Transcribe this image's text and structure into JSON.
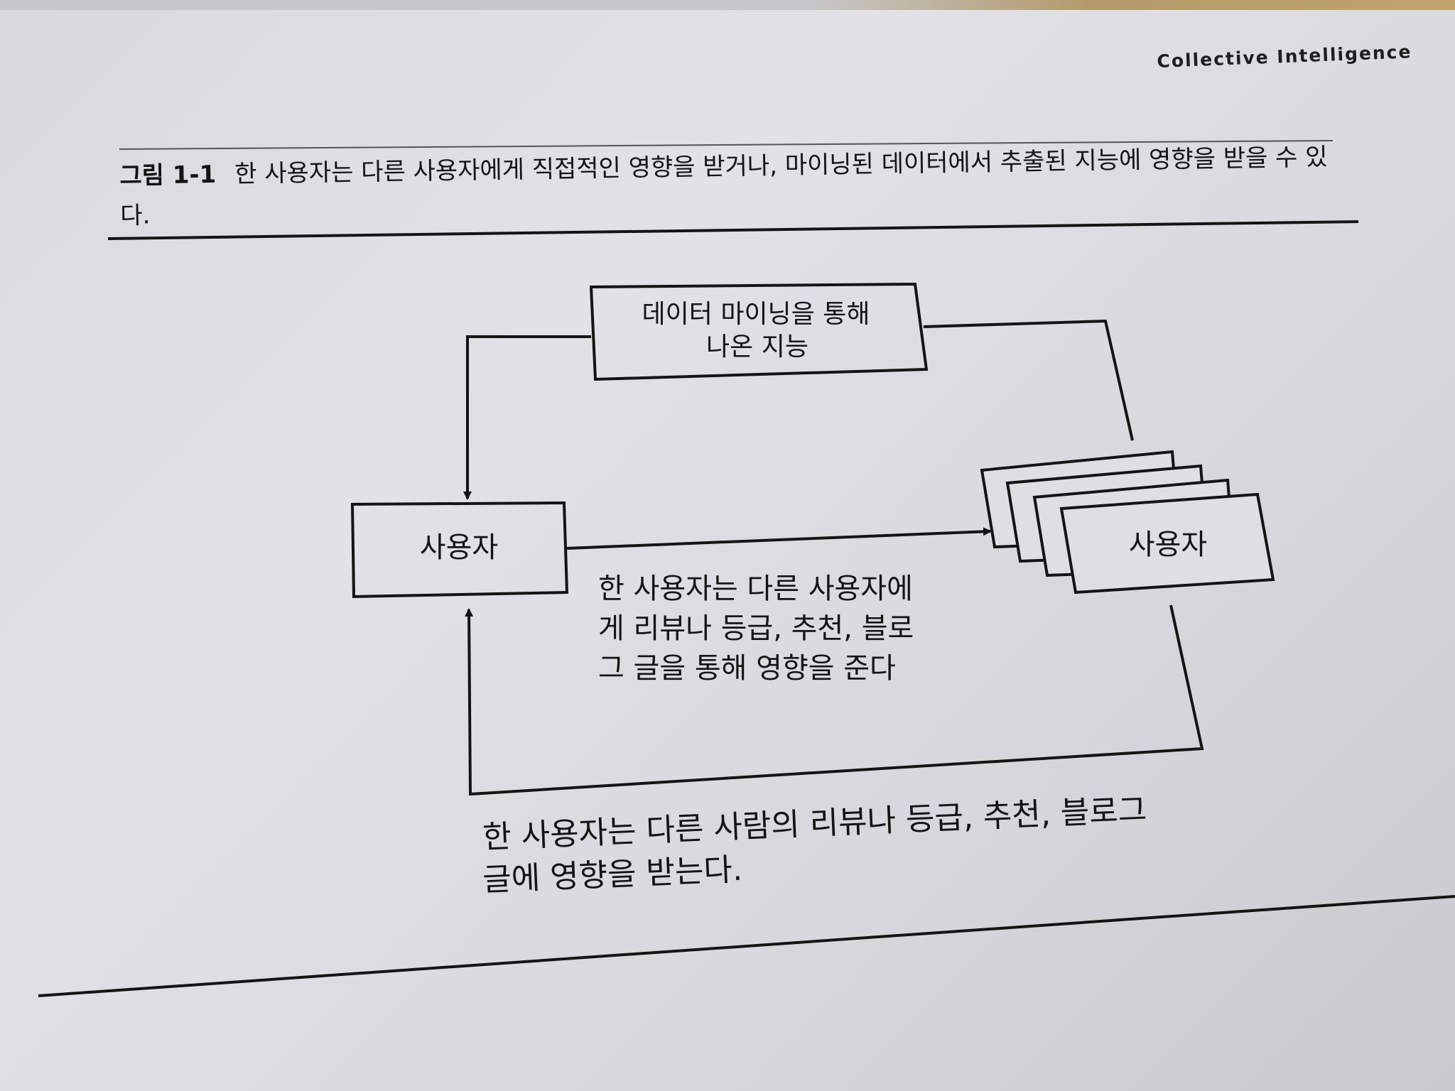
{
  "running_head": "Collective Intelligence",
  "figure": {
    "label": "그림 1-1",
    "caption": "한 사용자는 다른 사용자에게 직접적인 영향을 받거나, 마이닝된 데이터에서 추출된 지능에 영향을 받을 수 있다."
  },
  "diagram": {
    "mining_box": {
      "line1": "데이터 마이닝을 통해",
      "line2": "나온 지능"
    },
    "left_user": "사용자",
    "right_user": "사용자",
    "middle_note": {
      "line1": "한 사용자는 다른 사용자에",
      "line2": "게 리뷰나 등급, 추천, 블로",
      "line3": "그 글을 통해 영향을 준다"
    },
    "bottom_note": {
      "line1": "한 사용자는 다른 사람의 리뷰나 등급, 추천, 블로그",
      "line2": "글에 영향을 받는다."
    }
  }
}
